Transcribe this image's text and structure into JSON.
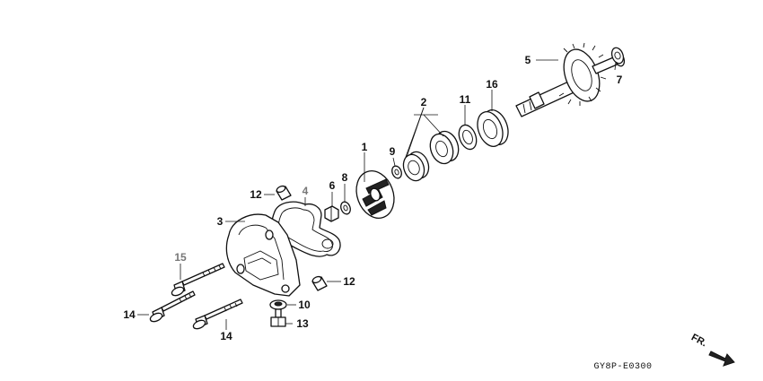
{
  "diagram": {
    "callouts": [
      {
        "id": "c1",
        "text": "1"
      },
      {
        "id": "c2",
        "text": "2"
      },
      {
        "id": "c3",
        "text": "3"
      },
      {
        "id": "c4",
        "text": "4"
      },
      {
        "id": "c5",
        "text": "5"
      },
      {
        "id": "c6",
        "text": "6"
      },
      {
        "id": "c7",
        "text": "7"
      },
      {
        "id": "c8",
        "text": "8"
      },
      {
        "id": "c9",
        "text": "9"
      },
      {
        "id": "c10",
        "text": "10"
      },
      {
        "id": "c11",
        "text": "11"
      },
      {
        "id": "c12a",
        "text": "12"
      },
      {
        "id": "c12b",
        "text": "12"
      },
      {
        "id": "c13",
        "text": "13"
      },
      {
        "id": "c14a",
        "text": "14"
      },
      {
        "id": "c14b",
        "text": "14"
      },
      {
        "id": "c15",
        "text": "15"
      },
      {
        "id": "c16",
        "text": "16"
      }
    ],
    "figure_code": "GY8P-E0300",
    "direction_label": "FR."
  }
}
